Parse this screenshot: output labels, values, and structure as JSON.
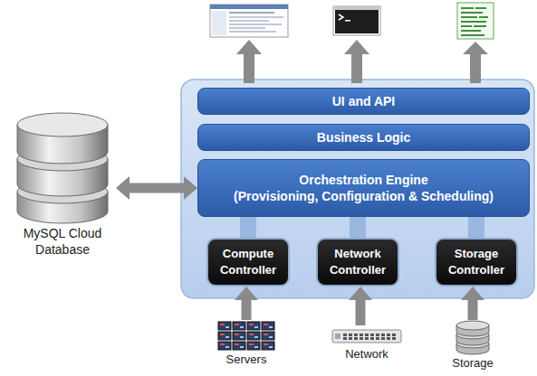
{
  "diagram": {
    "nodes": [
      {
        "text": [
          "MySQL Cloud Database"
        ]
      },
      {
        "text": [
          "UI and API"
        ]
      },
      {
        "text": [
          "Business Logic"
        ]
      },
      {
        "text": [
          "Orchestration Engine",
          "(Provisioning, Configuration & Scheduling)"
        ]
      },
      {
        "text": [
          "Compute Controller"
        ]
      },
      {
        "text": [
          "Network Controller"
        ]
      },
      {
        "text": [
          "Storage Controller"
        ]
      },
      {
        "text": [
          "Servers"
        ]
      },
      {
        "text": [
          "Network"
        ]
      },
      {
        "text": [
          "Storage"
        ]
      }
    ],
    "edges": [
      {
        "from": 0,
        "to": 3,
        "arrow": "both"
      },
      {
        "from": 3,
        "to": 4,
        "arrow": "none"
      },
      {
        "from": 3,
        "to": 5,
        "arrow": "none"
      },
      {
        "from": 3,
        "to": 6,
        "arrow": "none"
      },
      {
        "from": 7,
        "to": 4,
        "arrow": "to"
      },
      {
        "from": 8,
        "to": 5,
        "arrow": "to"
      },
      {
        "from": 9,
        "to": 6,
        "arrow": "to"
      }
    ]
  }
}
